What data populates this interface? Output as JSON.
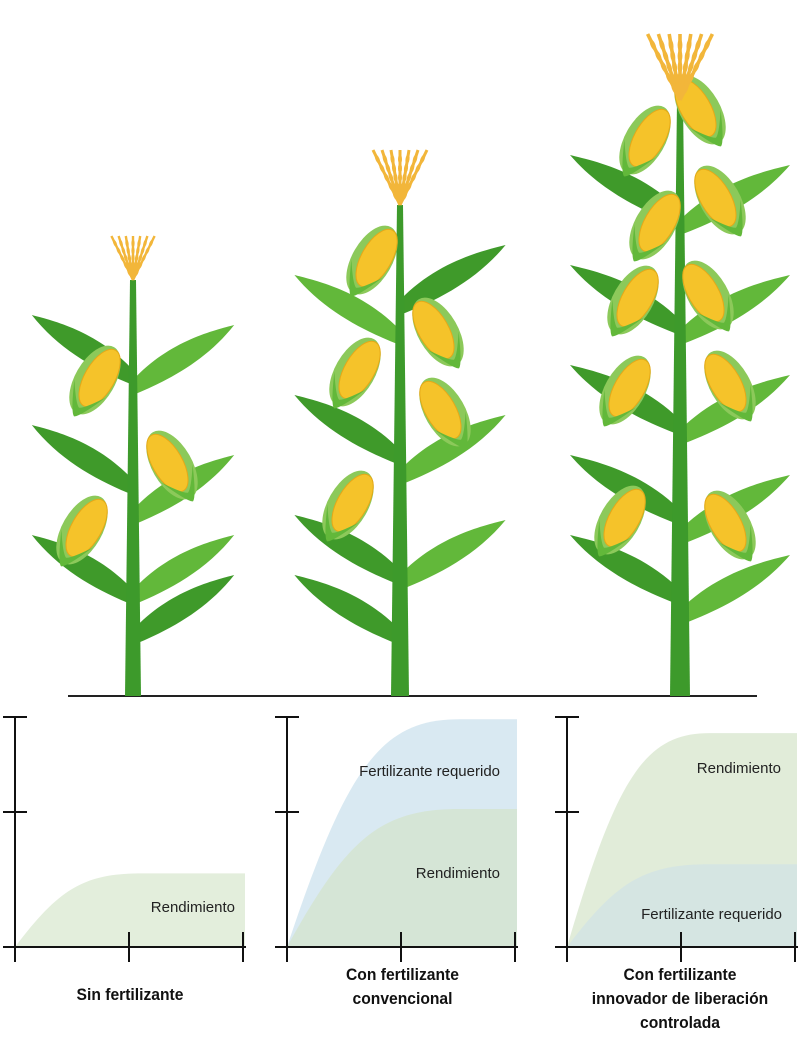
{
  "colors": {
    "stem": "#3d9a2b",
    "leaf": "#62b83a",
    "leaf_dark": "#3f9a2a",
    "husk": "#8cc95a",
    "kernel": "#f5c32a",
    "tassel": "#f2b63a",
    "axis": "#111111"
  },
  "panels": [
    {
      "caption": "Sin fertilizante",
      "yield_label": "Rendimiento",
      "fertilizer_label": null
    },
    {
      "caption": "Con fertilizante convencional",
      "yield_label": "Rendimiento",
      "fertilizer_label": "Fertilizante requerido"
    },
    {
      "caption": "Con fertilizante innovador de liberación controlada",
      "yield_label": "Rendimiento",
      "fertilizer_label": "Fertilizante requerido"
    }
  ],
  "chart_data": [
    {
      "type": "area",
      "title": "Sin fertilizante",
      "xlim": [
        0,
        1
      ],
      "ylim": [
        0,
        100
      ],
      "series": [
        {
          "name": "Rendimiento",
          "plateau": 32,
          "plateau_x": 0.55,
          "color": "#e3eedc"
        }
      ]
    },
    {
      "type": "area",
      "title": "Con fertilizante convencional",
      "xlim": [
        0,
        1
      ],
      "ylim": [
        0,
        100
      ],
      "series": [
        {
          "name": "Fertilizante requerido",
          "plateau": 99,
          "plateau_x": 0.75,
          "color": "#d9e9f2"
        },
        {
          "name": "Rendimiento",
          "plateau": 60,
          "plateau_x": 0.75,
          "color": "#d5e5d6"
        }
      ]
    },
    {
      "type": "area",
      "title": "Con fertilizante innovador de liberación controlada",
      "xlim": [
        0,
        1
      ],
      "ylim": [
        0,
        100
      ],
      "series": [
        {
          "name": "Rendimiento",
          "plateau": 93,
          "plateau_x": 0.62,
          "color": "#e1ecd9"
        },
        {
          "name": "Fertilizante requerido",
          "plateau": 36,
          "plateau_x": 0.62,
          "color": "#d5e5e2"
        }
      ]
    }
  ]
}
